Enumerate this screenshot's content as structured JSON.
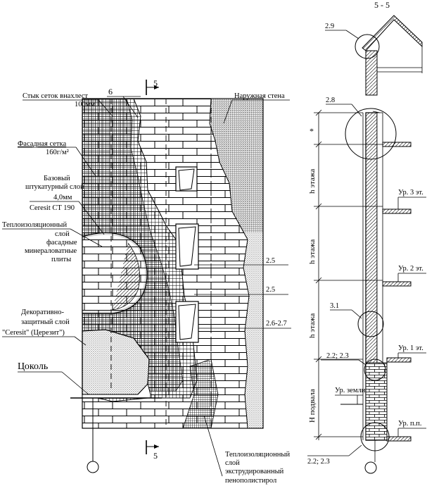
{
  "section": {
    "title": "5 - 5",
    "marker": "5"
  },
  "callouts": {
    "c6": "6",
    "outer_wall": "Наружная стена",
    "mesh_overlap_l1": "Стык сеток внахлест",
    "mesh_overlap_l2": "100мм",
    "facade_mesh_l1": "Фасадная сетка",
    "facade_mesh_l2": "160г/м²",
    "base_plaster_l1": "Базовый",
    "base_plaster_l2": "штукатурный слой",
    "base_plaster_l3": "4,0мм",
    "base_plaster_l4": "Ceresit CT 190",
    "insul_mw_l1": "Теплоизоляционный",
    "insul_mw_l2": "слой",
    "insul_mw_l3": "фасадные",
    "insul_mw_l4": "минераловатные",
    "insul_mw_l5": "плиты",
    "decor_l1": "Декоративно-",
    "decor_l2": "защитный слой",
    "decor_l3": "\"Ceresit\" (Церезит\")",
    "plinth": "Цоколь",
    "insul_xps_l1": "Теплоизоляционный",
    "insul_xps_l2": "слой",
    "insul_xps_l3": "экструдированный",
    "insul_xps_l4": "пенополистирол",
    "ref_2_5a": "2.5",
    "ref_2_5b": "2.5",
    "ref_2_6_2_7": "2.6-2.7"
  },
  "section_view": {
    "node_2_9": "2.9",
    "node_2_8": "2.8",
    "node_3_1": "3.1",
    "node_2_2_a": "2.2; 2.3",
    "node_2_2_b": "2.2; 2.3",
    "asterisk": "*",
    "h_floor_1": "h этажа",
    "h_floor_2": "h этажа",
    "h_floor_3": "h этажа",
    "h_basement": "H подвала",
    "lvl_3": "Ур. 3 эт.",
    "lvl_2": "Ур. 2 эт.",
    "lvl_1": "Ур. 1 эт.",
    "lvl_ground": "Ур. земли",
    "lvl_floor": "Ур. п.п."
  }
}
